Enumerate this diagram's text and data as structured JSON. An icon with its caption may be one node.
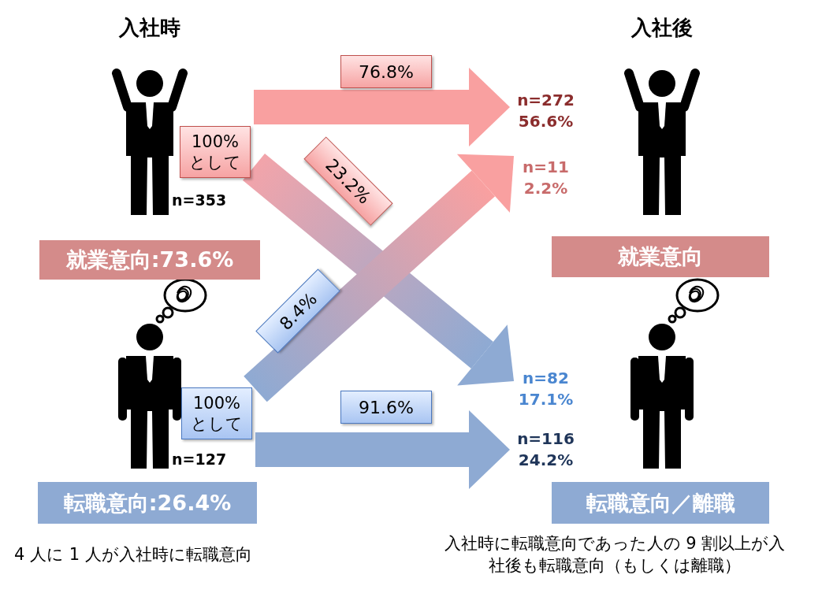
{
  "diagram": {
    "nodes": [
      {
        "text": [
          "100% として"
        ],
        "beside": [
          "n=353"
        ]
      },
      {
        "text": [
          "就業意向:73.6%"
        ]
      },
      {
        "text": [
          "100% として"
        ],
        "beside": [
          "n=127"
        ]
      },
      {
        "text": [
          "転職意向:26.4%"
        ]
      },
      {
        "text": [
          "n=272",
          "56.6%"
        ]
      },
      {
        "text": [
          "n=11",
          "2.2%"
        ]
      },
      {
        "text": [
          "就業意向"
        ]
      },
      {
        "text": [
          "n=82",
          "17.1%"
        ]
      },
      {
        "text": [
          "n=116",
          "24.2%"
        ]
      },
      {
        "text": [
          "転職意向／離職"
        ]
      }
    ],
    "edges": [
      {
        "from": 0,
        "to": 4,
        "arrow": "to",
        "label": "76.8%"
      },
      {
        "from": 0,
        "to": 7,
        "arrow": "to",
        "label": "23.2%"
      },
      {
        "from": 2,
        "to": 5,
        "arrow": "to",
        "label": "8.4%"
      },
      {
        "from": 2,
        "to": 8,
        "arrow": "to",
        "label": "91.6%"
      }
    ],
    "labels": [
      "入社時",
      "入社後",
      "4 人に 1 人が入社時に転職意向",
      "入社時に転職意向であった人の 9 割以上が入社後も転職意向（もしくは離職）"
    ]
  }
}
